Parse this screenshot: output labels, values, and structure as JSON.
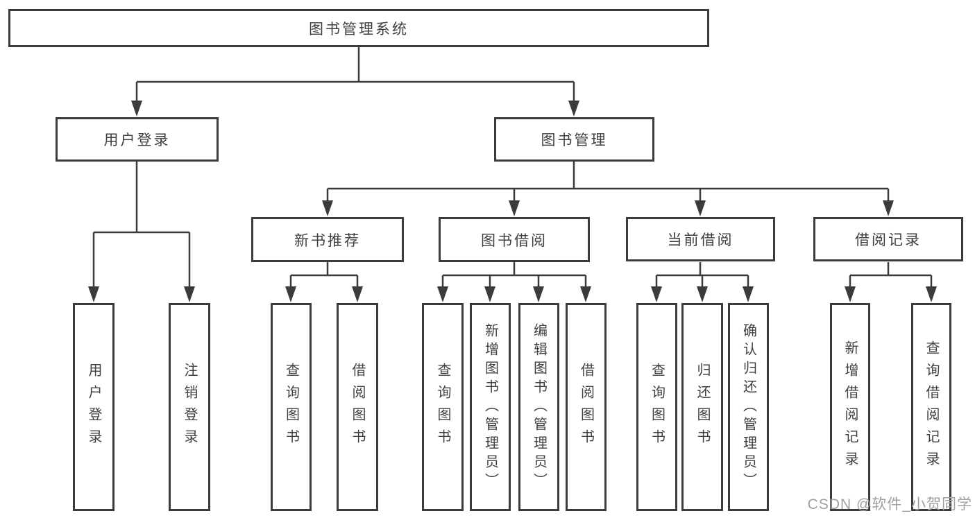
{
  "diagram": {
    "tree": {
      "label": "图书管理系统",
      "children": [
        {
          "label": "用户登录",
          "children": [
            {
              "label": "用户登录"
            },
            {
              "label": "注销登录"
            }
          ]
        },
        {
          "label": "图书管理",
          "children": [
            {
              "label": "新书推荐",
              "children": [
                {
                  "label": "查询图书"
                },
                {
                  "label": "借阅图书"
                }
              ]
            },
            {
              "label": "图书借阅",
              "children": [
                {
                  "label": "查询图书"
                },
                {
                  "label": "新增图书（管理员）"
                },
                {
                  "label": "编辑图书（管理员）"
                },
                {
                  "label": "借阅图书"
                }
              ]
            },
            {
              "label": "当前借阅",
              "children": [
                {
                  "label": "查询图书"
                },
                {
                  "label": "归还图书"
                },
                {
                  "label": "确认归还（管理员）"
                }
              ]
            },
            {
              "label": "借阅记录",
              "children": [
                {
                  "label": "新增借阅记录"
                },
                {
                  "label": "查询借阅记录"
                }
              ]
            }
          ]
        }
      ]
    },
    "colors": {
      "line": "#3b3b3b",
      "text": "#3f3f3f",
      "background": "#ffffff",
      "watermark": "#a0a0a0"
    }
  },
  "watermark": {
    "text": "CSDN @软件_小贺同学"
  }
}
